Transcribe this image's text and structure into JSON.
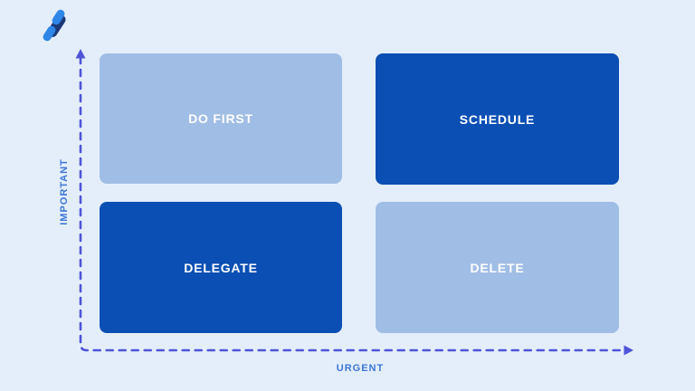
{
  "page": {
    "background_color": "#e4eefb"
  },
  "logo": {
    "icon": "brand-logo-icon",
    "colors": {
      "primary_blue": "#2e86e8",
      "navy": "#1b3876"
    }
  },
  "matrix": {
    "type": "eisenhower-matrix",
    "quadrants": [
      {
        "id": "do-first",
        "label": "DO FIRST",
        "variant": "light"
      },
      {
        "id": "schedule",
        "label": "SCHEDULE",
        "variant": "dark"
      },
      {
        "id": "delegate",
        "label": "DELEGATE",
        "variant": "dark"
      },
      {
        "id": "delete",
        "label": "DELETE",
        "variant": "light"
      }
    ],
    "colors": {
      "light_card": "#a0bde5",
      "dark_card": "#0b4fb4",
      "card_text": "#ffffff"
    }
  },
  "axes": {
    "x_label": "URGENT",
    "y_label": "IMPORTANT",
    "line_color": "#4f54d8",
    "label_color": "#3b76d4"
  }
}
